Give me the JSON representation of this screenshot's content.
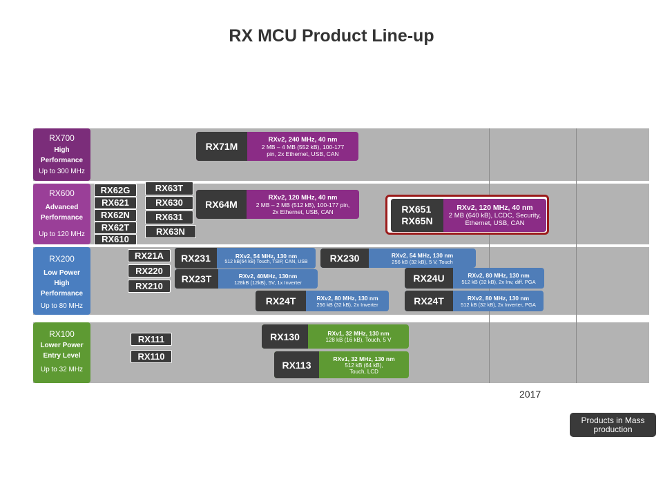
{
  "title": "RX MCU Product Line-up",
  "colors": {
    "rx700": "#7b2d7a",
    "rx600": "#9a3f98",
    "rx200": "#4a7ec0",
    "rx100": "#5e9a33",
    "band": "#b3b3b3",
    "chip": "#3a3a3a",
    "highlight": "#9b1b1b"
  },
  "categories": [
    {
      "name": "RX700",
      "desc": [
        "High",
        "Performance"
      ],
      "speed": "Up to 300 MHz"
    },
    {
      "name": "RX600",
      "desc": [
        "Advanced",
        "Performance"
      ],
      "speed": "Up to 120 MHz"
    },
    {
      "name": "RX200",
      "desc": [
        "Low Power",
        "High",
        "Performance"
      ],
      "speed": "Up to 80 MHz"
    },
    {
      "name": "RX100",
      "desc": [
        "Lower Power",
        "Entry Level"
      ],
      "speed": "Up to 32 MHz"
    }
  ],
  "chips": {
    "rx600_a": [
      "RX62G",
      "RX621",
      "RX62N",
      "RX62T",
      "RX610"
    ],
    "rx600_b": [
      "RX63T",
      "RX630",
      "RX631",
      "RX63N"
    ],
    "rx200": [
      "RX21A",
      "RX220",
      "RX210"
    ],
    "rx100": [
      "RX111",
      "RX110"
    ]
  },
  "products": [
    {
      "name": "RX71M",
      "head": "RXv2, 240 MHz, 40 nm",
      "detail": [
        "2 MB – 4 MB (552 kB), 100-177",
        "pin, 2x Ethernet, USB, CAN"
      ]
    },
    {
      "name": "RX64M",
      "head": "RXv2, 120 MHz, 40 nm",
      "detail": [
        "2 MB – 2 MB (512 kB), 100-177 pin,",
        "2x Ethernet, USB, CAN"
      ]
    },
    {
      "name": "RX651\nRX65N",
      "head": "RXv2, 120 MHz, 40 nm",
      "detail": [
        "2 MB (640 kB), LCDC, Security,",
        "Ethernet, USB, CAN"
      ]
    },
    {
      "name": "RX231",
      "head": "RXv2, 54 MHz, 130 nm",
      "detail": [
        "512 kB(64 kB) Touch, TSIP, CAN, USB"
      ]
    },
    {
      "name": "RX230",
      "head": "RXv2, 54 MHz, 130 nm",
      "detail": [
        "256 kB (32 kB), 5 V, Touch"
      ]
    },
    {
      "name": "RX23T",
      "head": "RXv2, 40MHz, 130nm",
      "detail": [
        "128kB (12kB), 5V, 1x Inverter"
      ]
    },
    {
      "name": "RX24U",
      "head": "RXv2, 80 MHz, 130 nm",
      "detail": [
        "512 kB (32 kB), 2x Inv,  diff. PGA"
      ]
    },
    {
      "name": "RX24T",
      "head": "RXv2, 80 MHz, 130 nm",
      "detail": [
        "256 kB (32 kB), 2x Inverter"
      ]
    },
    {
      "name": "RX24T",
      "head": "RXv2, 80 MHz, 130 nm",
      "detail": [
        "512 kB (32 kB), 2x Inverter, PGA"
      ]
    },
    {
      "name": "RX130",
      "head": "RXv1, 32 MHz, 130 nm",
      "detail": [
        "128 kB (16 kB), Touch, 5 V"
      ]
    },
    {
      "name": "RX113",
      "head": "RXv1, 32 MHz, 130 nm",
      "detail": [
        "512 kB (64 kB),",
        "Touch, LCD"
      ]
    }
  ],
  "year_label": "2017",
  "legend": "Products in Mass production"
}
